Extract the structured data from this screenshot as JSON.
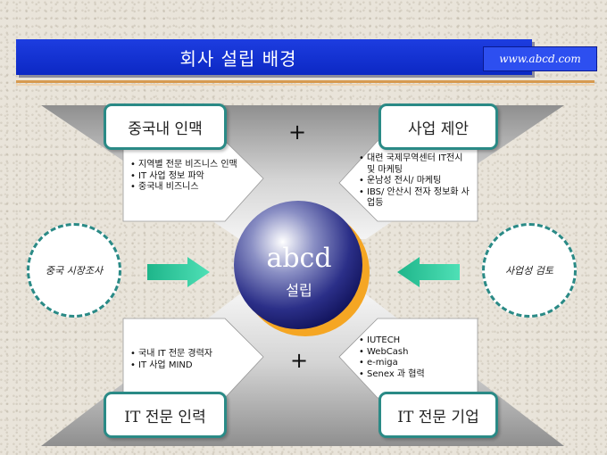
{
  "header": {
    "title": "회사 설립 배경",
    "url": "www.abcd.com"
  },
  "center": {
    "main": "abcd",
    "sub": "설립"
  },
  "boxes": {
    "top_left": "중국내 인맥",
    "top_right": "사업 제안",
    "bottom_left": "IT 전문 인력",
    "bottom_right": "IT 전문 기업"
  },
  "circles": {
    "left": "중국 시장조사",
    "right": "사업성 검토"
  },
  "lists": {
    "top_left": [
      "지역별 전문 비즈니스 인맥",
      "IT 사업 정보 파악",
      "중국내 비즈니스"
    ],
    "top_right": [
      "대련 국제무역센터 IT전시 및 마케팅",
      "운남성 전시/ 마케팅",
      "IBS/ 안산시 전자 정보화 사업등"
    ],
    "bottom_left": [
      "국내 IT 전문 경력자",
      "IT 사업 MIND"
    ],
    "bottom_right": [
      "IUTECH",
      "WebCash",
      "e-miga",
      "Senex 과 협력"
    ]
  },
  "symbols": {
    "plus_top": "+",
    "plus_bottom": "+"
  },
  "colors": {
    "title_bar": "#1335d8",
    "box_border": "#2a8a86",
    "arrow": "#2ecfa0",
    "sphere_shadow": "#f5a623"
  }
}
